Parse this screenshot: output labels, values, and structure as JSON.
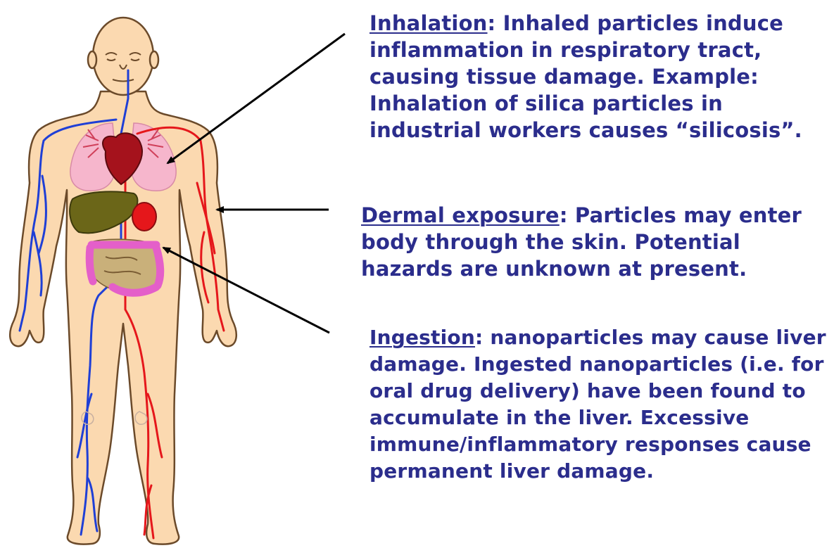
{
  "callouts": {
    "inhalation": {
      "term": "Inhalation",
      "lines": [
        ":  Inhaled particles induce",
        "inflammation in respiratory tract,",
        "causing tissue damage.  Example:",
        "Inhalation of silica particles in",
        "industrial workers causes “silicosis”."
      ]
    },
    "dermal": {
      "term": "Dermal exposure",
      "lines": [
        ":  Particles may enter",
        "body through the skin.  Potential",
        "hazards are unknown at present."
      ]
    },
    "ingestion": {
      "term": "Ingestion",
      "lines": [
        ":  nanoparticles may cause liver",
        "damage.  Ingested nanoparticles (i.e. for",
        "oral drug delivery) have been found to",
        "accumulate in the liver.  Excessive",
        "immune/inflammatory responses cause",
        "permanent liver damage."
      ]
    }
  },
  "colors": {
    "text": "#2b2d8c",
    "skin": "#fbd9b0",
    "vein": "#1f3fd6",
    "artery": "#e5171b",
    "lungs": "#f6b6cc",
    "heart": "#a5121c",
    "liver": "#6b6618",
    "intestine": "#e45fc9",
    "arrow": "#000000"
  }
}
